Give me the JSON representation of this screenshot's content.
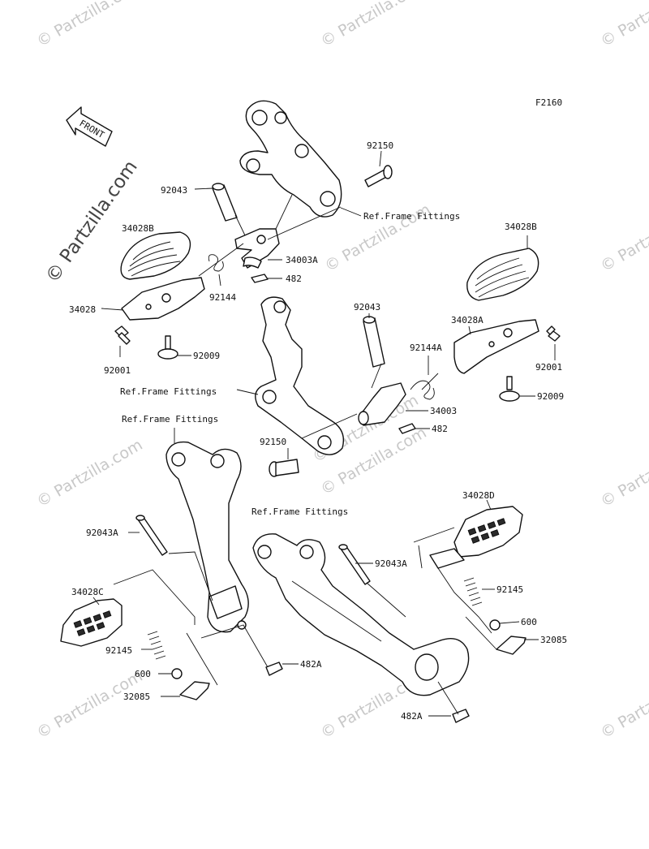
{
  "figure_code": "F2160",
  "front_label": "FRONT",
  "watermark": "© Partzilla.com",
  "labels": {
    "l92150a": "92150",
    "l92043a": "92043",
    "l34028b_left": "34028B",
    "l34003a": "34003A",
    "l482_top": "482",
    "l92144": "92144",
    "l34028": "34028",
    "l92001_left": "92001",
    "l92009_left": "92009",
    "ref_frame_1": "Ref.Frame Fittings",
    "l34028b_right": "34028B",
    "l92043b": "92043",
    "l34028a": "34028A",
    "l92144a": "92144A",
    "l92001_right": "92001",
    "ref_frame_2": "Ref.Frame Fittings",
    "l34003": "34003",
    "l482_mid": "482",
    "l92009_right": "92009",
    "ref_frame_3": "Ref.Frame Fittings",
    "l92150b": "92150",
    "ref_frame_4": "Ref.Frame Fittings",
    "l34028d": "34028D",
    "l92043a_left": "92043A",
    "l92043a_right": "92043A",
    "l34028c": "34028C",
    "l92145_right": "92145",
    "l600_right": "600",
    "l32085_right": "32085",
    "l92145_left": "92145",
    "l600_left": "600",
    "l32085_left": "32085",
    "l482a_left": "482A",
    "l482a_right": "482A"
  }
}
